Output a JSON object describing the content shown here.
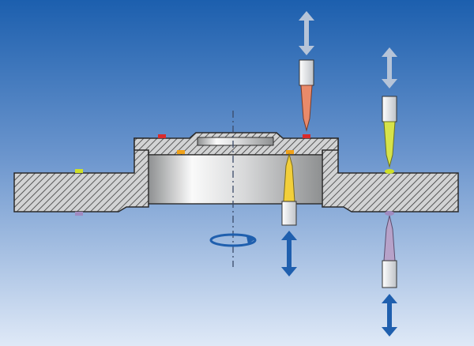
{
  "diagram": {
    "background": {
      "top": "#1c5fae",
      "bottom": "#dfe9f7"
    },
    "colors": {
      "section_fill": "#d2d3d4",
      "hatch": "#3a3a3a",
      "outline": "#2a2a2a",
      "bore_light": "#fafafa",
      "bore_dark": "#8e9091",
      "arrow_blue": "#1f5fae",
      "arrow_light": "#b6c4d8",
      "probe_body": "#f4f4f4"
    },
    "probes": [
      {
        "name": "top-left-probe",
        "direction": "down",
        "tip_color": "#e98a6a",
        "contact_color": "#d92b2b",
        "travel": "up-down"
      },
      {
        "name": "top-right-probe",
        "direction": "down",
        "tip_color": "#d6e34a",
        "contact_color": "#cfe027",
        "travel": "up-down"
      },
      {
        "name": "bottom-center-probe",
        "direction": "up",
        "tip_color": "#f2cf3a",
        "contact_color": "#f5c518",
        "travel": "up-down"
      },
      {
        "name": "bottom-right-probe",
        "direction": "up",
        "tip_color": "#b7a2c9",
        "contact_color": "#a08bc0",
        "travel": "up-down"
      }
    ],
    "markers": [
      {
        "name": "red-contact-marker",
        "color": "#d92b2b"
      },
      {
        "name": "orange-contact-marker",
        "color": "#f0a21a"
      },
      {
        "name": "green-contact-marker",
        "color": "#cfe027"
      },
      {
        "name": "violet-contact-marker",
        "color": "#a08bc0"
      }
    ],
    "rotation": {
      "symbol": "rotation-arrow",
      "color": "#1f5fae"
    }
  }
}
